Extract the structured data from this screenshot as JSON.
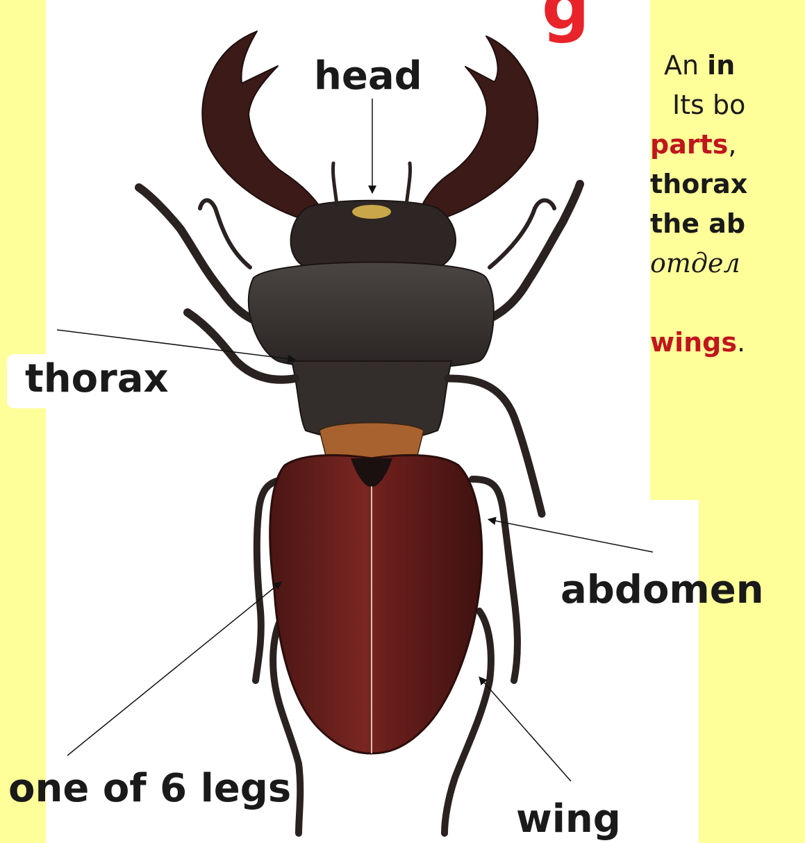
{
  "title_fragment": "g",
  "labels": {
    "head": "head",
    "thorax": "thorax",
    "abdomen": "abdomen",
    "leg": "one of 6 legs",
    "wing": "wing"
  },
  "body_text": {
    "line1_a": "An ",
    "line1_b": "in",
    "line2": "Its bo",
    "line3_a": "parts",
    "line3_b": ",",
    "line4": "thorax",
    "line5": "the ab",
    "line6": "отдел",
    "line7_a": "wings",
    "line7_b": "."
  },
  "colors": {
    "background": "#ffff99",
    "panel": "#ffffff",
    "accent_red": "#c0161d",
    "title_red": "#e8232a",
    "beetle_wing": "#6e1f1c",
    "beetle_body": "#3a2f2c"
  }
}
